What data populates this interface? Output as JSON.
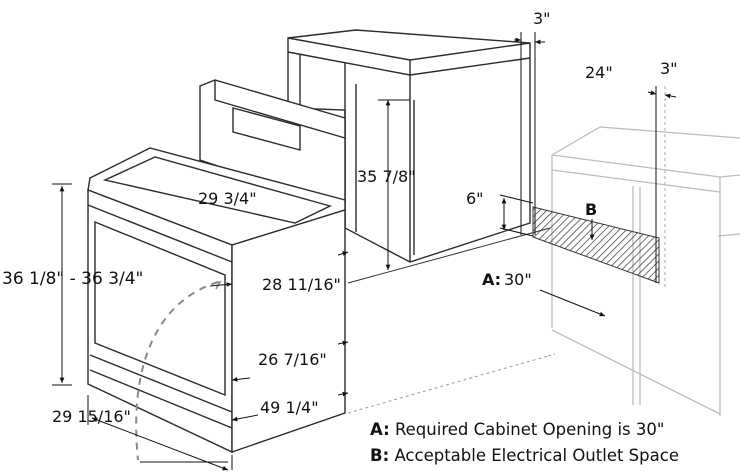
{
  "dimensions": {
    "side_gap_left": "3\"",
    "side_gap_right": "3\"",
    "depth_24": "24\"",
    "cabinet_height": "35 7/8\"",
    "outlet_height": "6\"",
    "outlet_label": "B",
    "opening_label": "A:",
    "opening_value": "30\"",
    "cooktop_width": "29 3/4\"",
    "range_height": "36 1/8\" - 36 3/4\"",
    "depth_28": "28 11/16\"",
    "depth_26": "26 7/16\"",
    "depth_49": "49 1/4\"",
    "width_29": "29 15/16\""
  },
  "legend": {
    "a_key": "A:",
    "a_text": "Required Cabinet Opening is 30\"",
    "b_key": "B:",
    "b_text": "Acceptable Electrical Outlet Space"
  },
  "colors": {
    "line": "#2b2b2b",
    "faint": "#b9b9b9",
    "hatch": "#444444"
  }
}
